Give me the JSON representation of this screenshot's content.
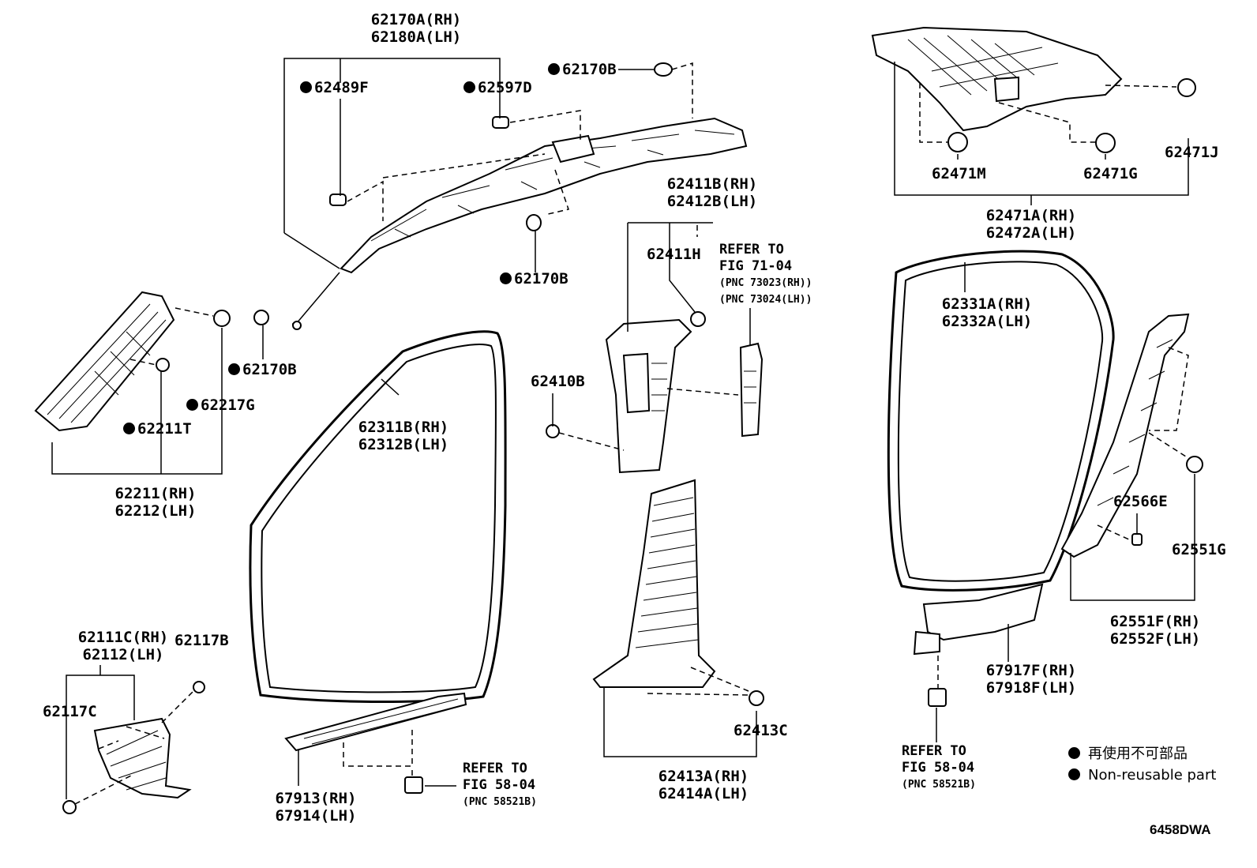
{
  "labels": {
    "a_pillar_garnish_assy": [
      "62170A(RH)",
      "62180A(LH)"
    ],
    "clip_62489f": "62489F",
    "clip_62597d": "62597D",
    "clip_62170b_top": "62170B",
    "clip_62170b_mid": "62170B",
    "clip_62170b_left": "62170B",
    "clip_62217g": "62217G",
    "clip_62211t": "62211T",
    "a_pillar_lower": [
      "62211(RH)",
      "62212(LH)"
    ],
    "b_pillar_upper": [
      "62411B(RH)",
      "62412B(LH)"
    ],
    "clip_62411h": "62411H",
    "clip_62410b": "62410B",
    "door_weatherstrip_front": [
      "62311B(RH)",
      "62312B(LH)"
    ],
    "b_pillar_lower": [
      "62413A(RH)",
      "62414A(LH)"
    ],
    "clip_62413c": "62413C",
    "cowl_side_trim": [
      "62111C(RH)",
      "62112(LH)"
    ],
    "clip_62117b": "62117B",
    "clip_62117c": "62117C",
    "scuff_plate_front": [
      "67913(RH)",
      "67914(LH)"
    ],
    "quarter_trim_upper": [
      "62471A(RH)",
      "62472A(LH)"
    ],
    "clip_62471m": "62471M",
    "clip_62471g": "62471G",
    "clip_62471j": "62471J",
    "door_weatherstrip_rear": [
      "62331A(RH)",
      "62332A(LH)"
    ],
    "c_pillar_lower": [
      "62551F(RH)",
      "62552F(LH)"
    ],
    "clip_62566e": "62566E",
    "clip_62551g": "62551G",
    "scuff_plate_rear": [
      "67917F(RH)",
      "67918F(LH)"
    ]
  },
  "refs": {
    "ref_71_04": {
      "title": "REFER TO",
      "fig": "FIG 71-04",
      "pnc": [
        "(PNC 73023(RH))",
        "(PNC 73024(LH))"
      ]
    },
    "ref_58_04_a": {
      "title": "REFER TO",
      "fig": "FIG 58-04",
      "pnc": [
        "(PNC 58521B)"
      ]
    },
    "ref_58_04_b": {
      "title": "REFER TO",
      "fig": "FIG 58-04",
      "pnc": [
        "(PNC 58521B)"
      ]
    }
  },
  "legend": {
    "jp": "再使用不可部品",
    "en": "Non-reusable part"
  },
  "diagram_code": "6458DWA"
}
